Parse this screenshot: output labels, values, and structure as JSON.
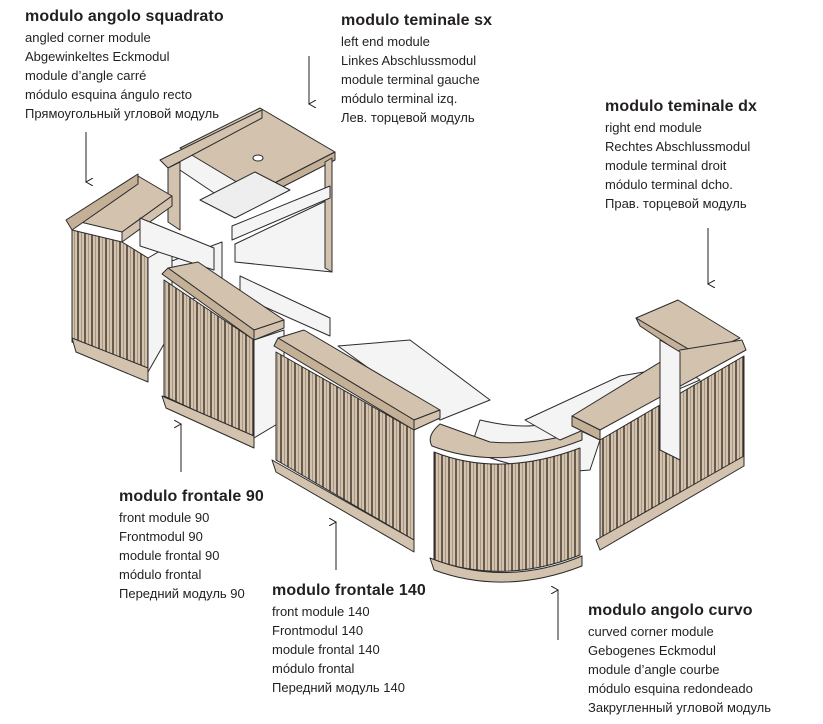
{
  "colors": {
    "wood": "#d2c2ae",
    "wood_dark": "#c3b097",
    "white": "#f4f4f4",
    "outline": "#2b2b2b",
    "text": "#231f20"
  },
  "labels": {
    "angolo_squadrato": {
      "title": "modulo angolo squadrato",
      "lines": [
        "angled corner module",
        "Abgewinkeltes Eckmodul",
        "module d’angle carré",
        "módulo esquina ángulo recto",
        "Прямоугольный угловой модуль"
      ]
    },
    "terminale_sx": {
      "title": "modulo teminale sx",
      "lines": [
        "left end module",
        "Linkes Abschlussmodul",
        "module terminal gauche",
        "módulo terminal izq.",
        "Лев. торцевой модуль"
      ]
    },
    "terminale_dx": {
      "title": "modulo teminale dx",
      "lines": [
        "right end module",
        "Rechtes Abschlussmodul",
        "module terminal droit",
        "módulo terminal dcho.",
        "Прав. торцевой модуль"
      ]
    },
    "frontale_90": {
      "title": "modulo frontale 90",
      "lines": [
        "front module 90",
        "Frontmodul 90",
        "module frontal 90",
        "módulo frontal",
        "Передний модуль 90"
      ]
    },
    "frontale_140": {
      "title": "modulo frontale 140",
      "lines": [
        "front module 140",
        "Frontmodul 140",
        "module frontal 140",
        "módulo frontal",
        "Передний модуль 140"
      ]
    },
    "angolo_curvo": {
      "title": "modulo angolo curvo",
      "lines": [
        "curved corner module",
        "Gebogenes Eckmodul",
        "module d’angle courbe",
        "módulo esquina redondeado",
        "Закругленный угловой модуль"
      ]
    }
  }
}
